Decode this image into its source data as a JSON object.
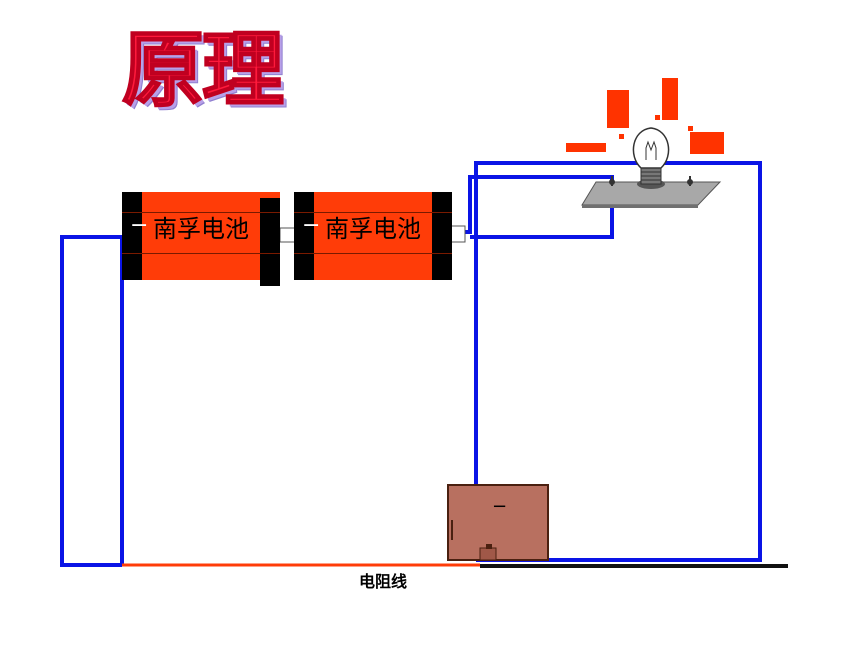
{
  "title": "原理",
  "batteries": [
    {
      "label": "南孚电池",
      "minus": "−",
      "plus": "+"
    },
    {
      "label": "南孚电池",
      "minus": "−",
      "plus": "+"
    }
  ],
  "rheostat": {
    "mark": "−"
  },
  "resistance_wire_label": "电阻线",
  "colors": {
    "wire": "#0a14e6",
    "battery": "#ff3c08",
    "resistance_wire": "#ff3c08",
    "rheostat": "#b87060",
    "spark": "#ff3300",
    "title": "#ff1a3c"
  }
}
